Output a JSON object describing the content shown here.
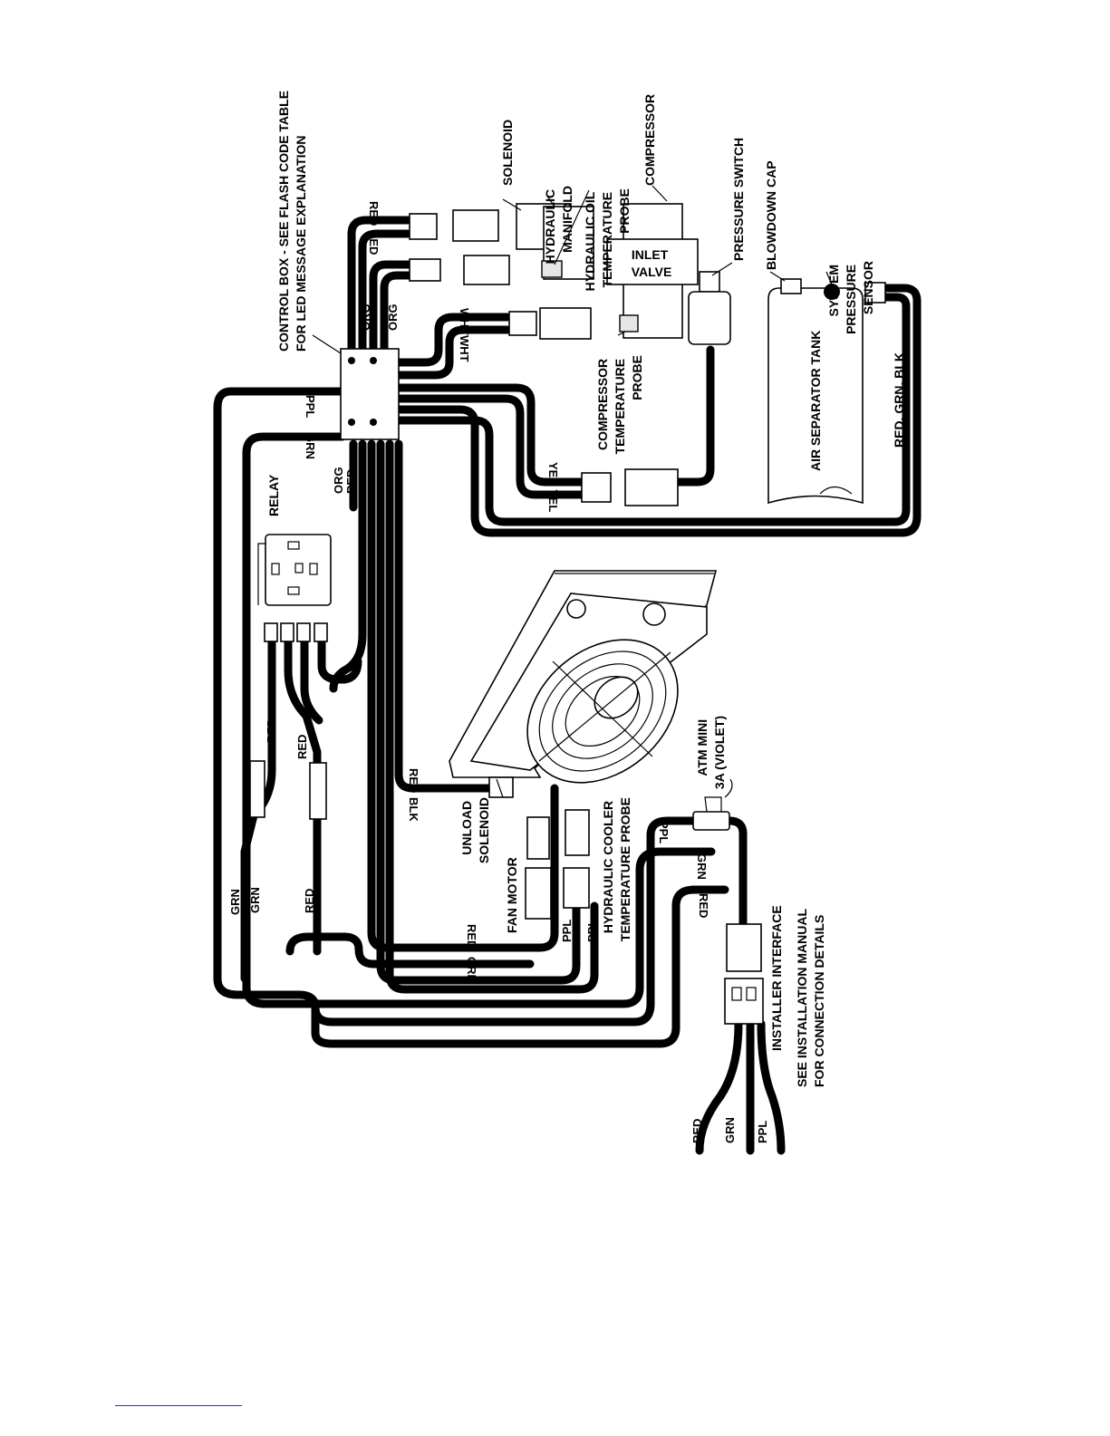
{
  "labels": {
    "control_box": [
      "CONTROL BOX - SEE FLASH CODE TABLE",
      "FOR LED MESSAGE EXPLANATION"
    ],
    "solenoid": [
      "SOLENOID"
    ],
    "hydraulic_manifold": [
      "HYDRAULIC",
      "MANIFOLD"
    ],
    "hydraulic_oil_probe": [
      "HYDRAULIC OIL",
      "TEMPERATURE",
      "PROBE"
    ],
    "compressor": [
      "COMPRESSOR"
    ],
    "pressure_switch": [
      "PRESSURE SWITCH"
    ],
    "blowdown_cap": [
      "BLOWDOWN CAP"
    ],
    "system_pressure_sensor": [
      "SYSTEM",
      "PRESSURE",
      "SENSOR"
    ],
    "inlet_valve": [
      "INLET",
      "VALVE"
    ],
    "compressor_probe": [
      "COMPRESSOR",
      "TEMPERATURE",
      "PROBE"
    ],
    "air_separator_tank": [
      "AIR SEPARATOR TANK"
    ],
    "tank_wires": [
      "RED, GRN, BLK"
    ],
    "relay": [
      "RELAY"
    ],
    "unload_solenoid": [
      "UNLOAD",
      "SOLENOID"
    ],
    "fan_motor": [
      "FAN MOTOR"
    ],
    "cooler_probe": [
      "HYDRAULIC COOLER",
      "TEMPERATURE PROBE"
    ],
    "fuse": [
      "ATM MINI",
      "3A (VIOLET)"
    ],
    "installer_interface": [
      "INSTALLER INTERFACE"
    ],
    "installation_manual": [
      "SEE INSTALLATION MANUAL",
      "FOR CONNECTION DETAILS"
    ]
  },
  "wire_labels": {
    "red_sol_1": "RED",
    "red_sol_2": "RED",
    "org_1": "ORG",
    "org_2": "ORG",
    "wht_1": "WHT",
    "wht_2": "WHT",
    "ppl_box": "PPL",
    "grn_box": "GRN",
    "org_left": "ORG",
    "red_left": "RED",
    "yel_1": "YEL",
    "yel_2": "YEL",
    "red_relay_1": "RED",
    "red_relay_2": "RED",
    "grn_l1": "GRN",
    "grn_l2": "GRN",
    "red_l": "RED",
    "red_unload": "RED",
    "blk_unload": "BLK",
    "red_fan": "RED",
    "grn_fan": "GRN",
    "ppl_probe_1": "PPL",
    "ppl_probe_2": "PPL",
    "ppl_fuse": "PPL",
    "grn_iface": "GRN",
    "red_iface": "RED",
    "out_red": "RED",
    "out_grn": "GRN",
    "out_ppl": "PPL"
  }
}
